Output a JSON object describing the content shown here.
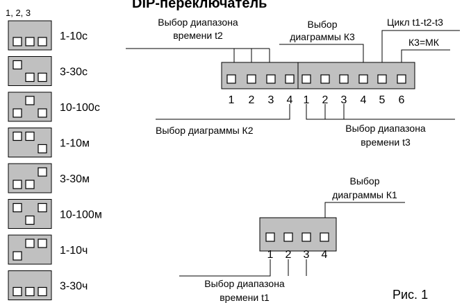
{
  "title": "DIP-переключатель",
  "settings_header": "1, 2, 3",
  "settings": [
    {
      "label": "1-10с",
      "pattern": [
        0,
        0,
        0
      ]
    },
    {
      "label": "3-30с",
      "pattern": [
        1,
        0,
        0
      ]
    },
    {
      "label": "10-100с",
      "pattern": [
        0,
        1,
        0
      ]
    },
    {
      "label": "1-10м",
      "pattern": [
        1,
        1,
        0
      ]
    },
    {
      "label": "3-30м",
      "pattern": [
        0,
        0,
        1
      ]
    },
    {
      "label": "10-100м",
      "pattern": [
        1,
        0,
        1
      ]
    },
    {
      "label": "1-10ч",
      "pattern": [
        0,
        1,
        1
      ]
    },
    {
      "label": "3-30ч",
      "pattern": [
        0,
        0,
        0
      ]
    }
  ],
  "switch_a": {
    "left_numbers": [
      "1",
      "2",
      "3",
      "4"
    ],
    "right_numbers": [
      "1",
      "2",
      "3",
      "4",
      "5",
      "6"
    ]
  },
  "switch_b": {
    "numbers": [
      "1",
      "2",
      "3",
      "4"
    ]
  },
  "labels": {
    "t2_line1": "Выбор диапазона",
    "t2_line2": "времени t2",
    "k3_line1": "Выбор",
    "k3_line2": "диаграммы К3",
    "cycle": "Цикл t1-t2-t3",
    "k3_mk": "К3=МК",
    "k2": "Выбор диаграммы К2",
    "t3_line1": "Выбор диапазона",
    "t3_line2": "времени t3",
    "k1_line1": "Выбор",
    "k1_line2": "диаграммы К1",
    "t1_line1": "Выбор диапазона",
    "t1_line2": "времени t1",
    "fig": "Рис. 1"
  }
}
